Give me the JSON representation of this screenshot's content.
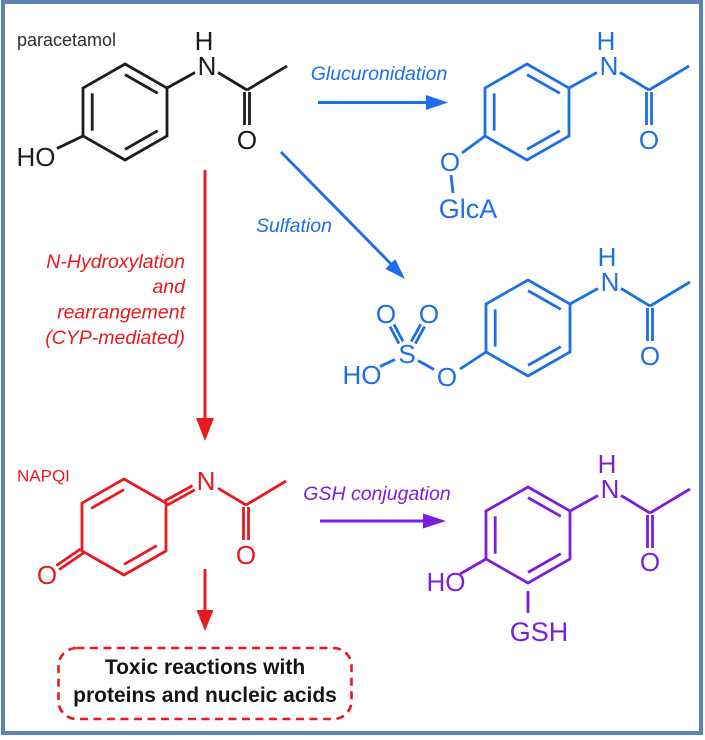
{
  "colors": {
    "structure_black": "#1c1c1c",
    "pathway_blue": "#1c6fe8",
    "danger_red": "#e8191f",
    "gsh_purple": "#7a1fdc",
    "frame_blue": "#5b84b4"
  },
  "molecules": {
    "paracetamol_label": "paracetamol",
    "napqi_label": "NAPQI"
  },
  "atoms": {
    "H": "H",
    "N": "N",
    "O": "O",
    "HO": "HO",
    "S": "S",
    "GlcA": "GlcA",
    "GSH": "GSH"
  },
  "pathways": {
    "glucuronidation": "Glucuronidation",
    "sulfation": "Sulfation",
    "gsh_conjugation": "GSH conjugation",
    "n_hydroxylation": {
      "line1": "N-Hydroxylation",
      "line2": "and",
      "line3": "rearrangement",
      "line4": "(CYP-mediated)"
    }
  },
  "toxic_box": {
    "line1": "Toxic reactions with",
    "line2": "proteins and nucleic acids"
  }
}
